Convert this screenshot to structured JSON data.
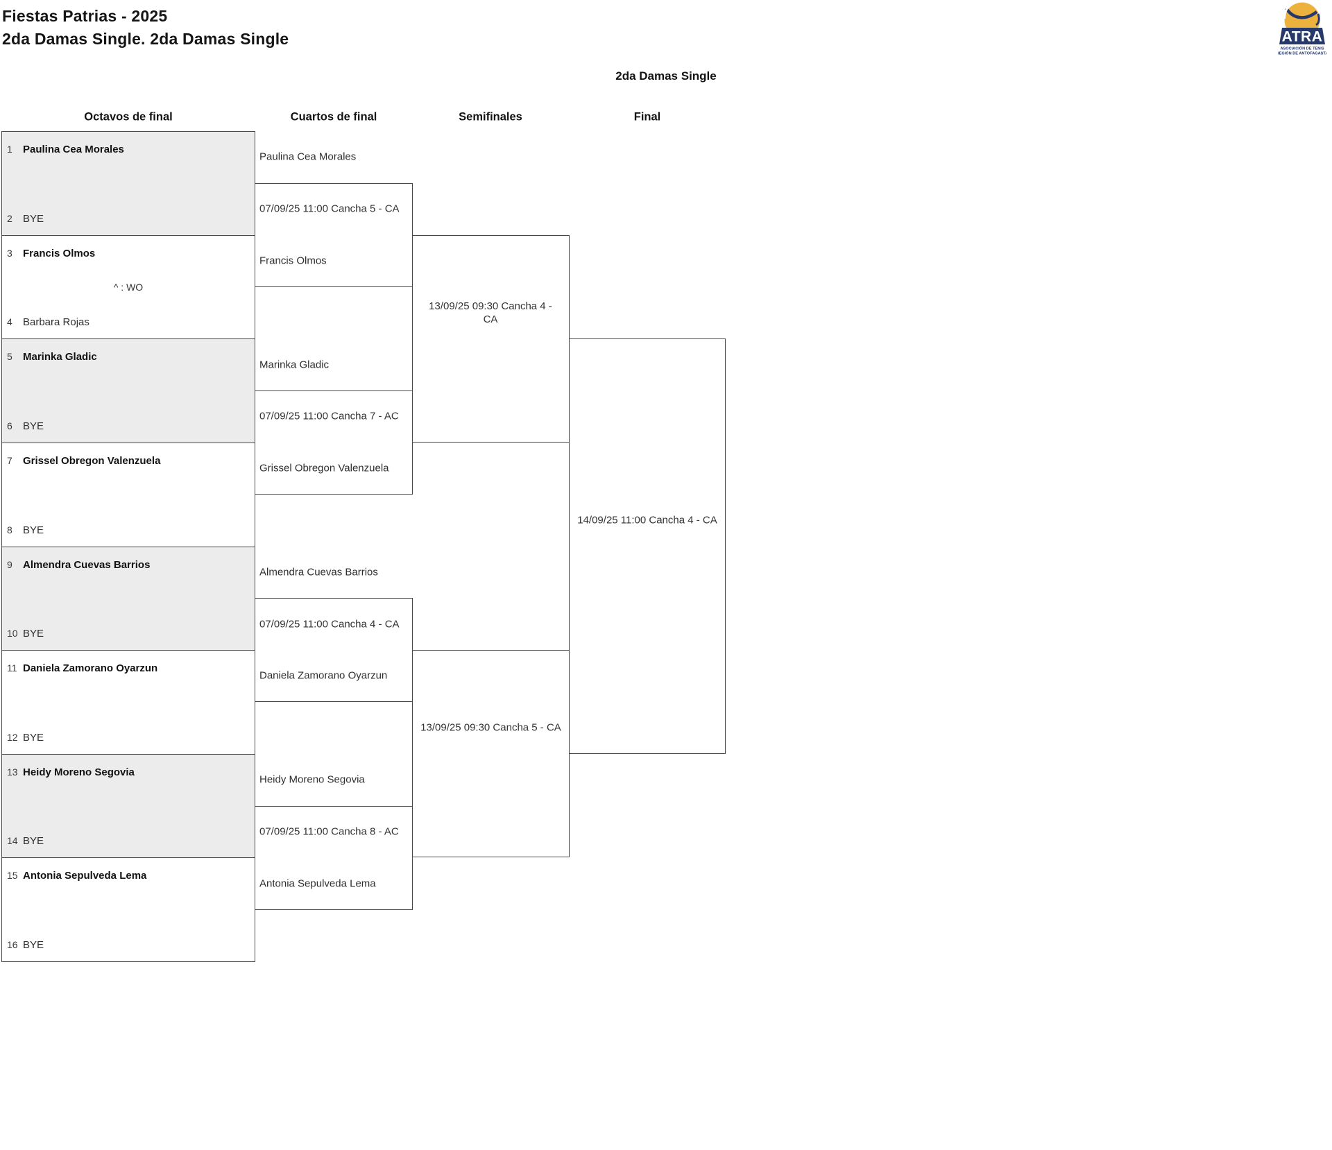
{
  "page": {
    "title": "Fiestas Patrias - 2025",
    "subtitle": "2da Damas Single. 2da Damas Single",
    "bracket_title": "2da Damas Single"
  },
  "logo": {
    "acronym": "ATRA",
    "subtitle_line1": "ASOCIACIÓN DE TENIS",
    "subtitle_line2": "REGIÓN DE ANTOFAGASTA",
    "ball_color": "#EDB23E",
    "navy_color": "#27396B"
  },
  "round_headers": [
    {
      "label": "Octavos de final"
    },
    {
      "label": "Cuartos de final"
    },
    {
      "label": "Semifinales"
    },
    {
      "label": "Final"
    }
  ],
  "octavos": [
    {
      "seed": "1",
      "name": "Paulina Cea Morales"
    },
    {
      "seed": "2",
      "name": "BYE"
    },
    {
      "seed": "3",
      "name": "Francis Olmos"
    },
    {
      "seed": "4",
      "name": "Barbara Rojas"
    },
    {
      "seed": "5",
      "name": "Marinka Gladic"
    },
    {
      "seed": "6",
      "name": "BYE"
    },
    {
      "seed": "7",
      "name": "Grissel Obregon Valenzuela"
    },
    {
      "seed": "8",
      "name": "BYE"
    },
    {
      "seed": "9",
      "name": "Almendra Cuevas Barrios"
    },
    {
      "seed": "10",
      "name": "BYE"
    },
    {
      "seed": "11",
      "name": "Daniela Zamorano Oyarzun"
    },
    {
      "seed": "12",
      "name": "BYE"
    },
    {
      "seed": "13",
      "name": "Heidy Moreno Segovia"
    },
    {
      "seed": "14",
      "name": "BYE"
    },
    {
      "seed": "15",
      "name": "Antonia Sepulveda Lema"
    },
    {
      "seed": "16",
      "name": "BYE"
    }
  ],
  "match_annotations": {
    "wo_note": "^ : WO"
  },
  "cuartos": [
    {
      "advancing_top": "Paulina Cea Morales",
      "schedule": "07/09/25 11:00 Cancha 5 - CA",
      "advancing_bottom": "Francis Olmos"
    },
    {
      "advancing_top": "Marinka Gladic",
      "schedule": "07/09/25 11:00 Cancha 7 - AC",
      "advancing_bottom": "Grissel Obregon Valenzuela"
    },
    {
      "advancing_top": "Almendra Cuevas Barrios",
      "schedule": "07/09/25 11:00 Cancha 4 - CA",
      "advancing_bottom": "Daniela Zamorano Oyarzun"
    },
    {
      "advancing_top": "Heidy Moreno Segovia",
      "schedule": "07/09/25 11:00 Cancha 8 - AC",
      "advancing_bottom": "Antonia Sepulveda Lema"
    }
  ],
  "semifinales": [
    {
      "schedule": "13/09/25 09:30 Cancha 4 - CA"
    },
    {
      "schedule": "13/09/25 09:30 Cancha 5 - CA"
    }
  ],
  "final": {
    "schedule": "14/09/25 11:00 Cancha 4 - CA"
  }
}
